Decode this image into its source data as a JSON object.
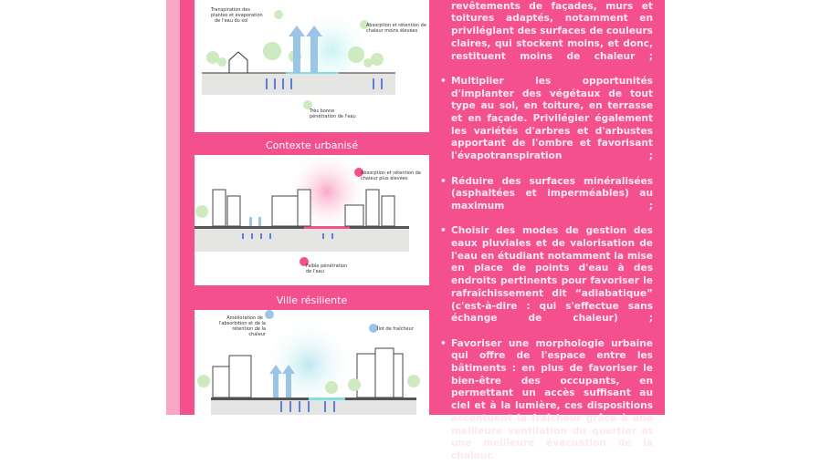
{
  "captions": {
    "urbanise": "Contexte urbanisé",
    "resiliente": "Ville résiliente"
  },
  "diagram_natural": {
    "transpiration": [
      "Transpiration des",
      "plantes et évaporation",
      "de l'eau du sol"
    ],
    "absorption": [
      "Absorption et rétention de",
      "chaleur  moins élevées"
    ],
    "penetration": [
      "Très bonne",
      "pénétration de l'eau"
    ]
  },
  "diagram_urban": {
    "absorption": [
      "Absorption et rétention de",
      "chaleur  plus élevées"
    ],
    "penetration": [
      "Faible pénétration",
      "de l'eau"
    ]
  },
  "diagram_resilient": {
    "amelioration": [
      "Amélioration de",
      "l'absorbition et de la",
      "rétention de la",
      "chaleur"
    ],
    "ilot": "Îlot de fraîcheur"
  },
  "bullets": [
    "Choisir des matériaux de revêtements de façades, murs et toitures adaptés, notamment en privilégiant des surfaces de couleurs claires, qui stockent moins, et donc, restituent moins de chaleur ;",
    "Multiplier les opportunités d'implanter des végétaux de tout type au sol, en toiture, en terrasse et en façade. Privilégier également les variétés d'arbres et d'arbustes apportant de l'ombre et favorisant l'évapotranspiration ;",
    "Réduire des surfaces minéralisées (asphaltées et imperméables) au maximum ;",
    "Choisir des modes de gestion des eaux pluviales et de valorisation de l'eau en étudiant notamment la mise en place de points d'eau à des endroits pertinents pour favoriser le rafraîchissement dit “adiabatique” (c'est-à-dire : qui s'effectue sans échange de chaleur) ;",
    "Favoriser une morphologie urbaine qui offre de l'espace entre les bâtiments : en plus de favoriser le bien-être des occupants, en permettant un accès suffisant au ciel et à la lumière, ces dispositions accentuent la fraîcheur grâce à une meilleure ventilation du quartier et une meilleure évacuation de la chaleur."
  ],
  "colors": {
    "panel": "#f4508d",
    "strip": "#f7a6c4",
    "arrow_up": "#9cc4e4",
    "arrow_down": "#5b7fe0",
    "tree": "#cdeac0"
  }
}
